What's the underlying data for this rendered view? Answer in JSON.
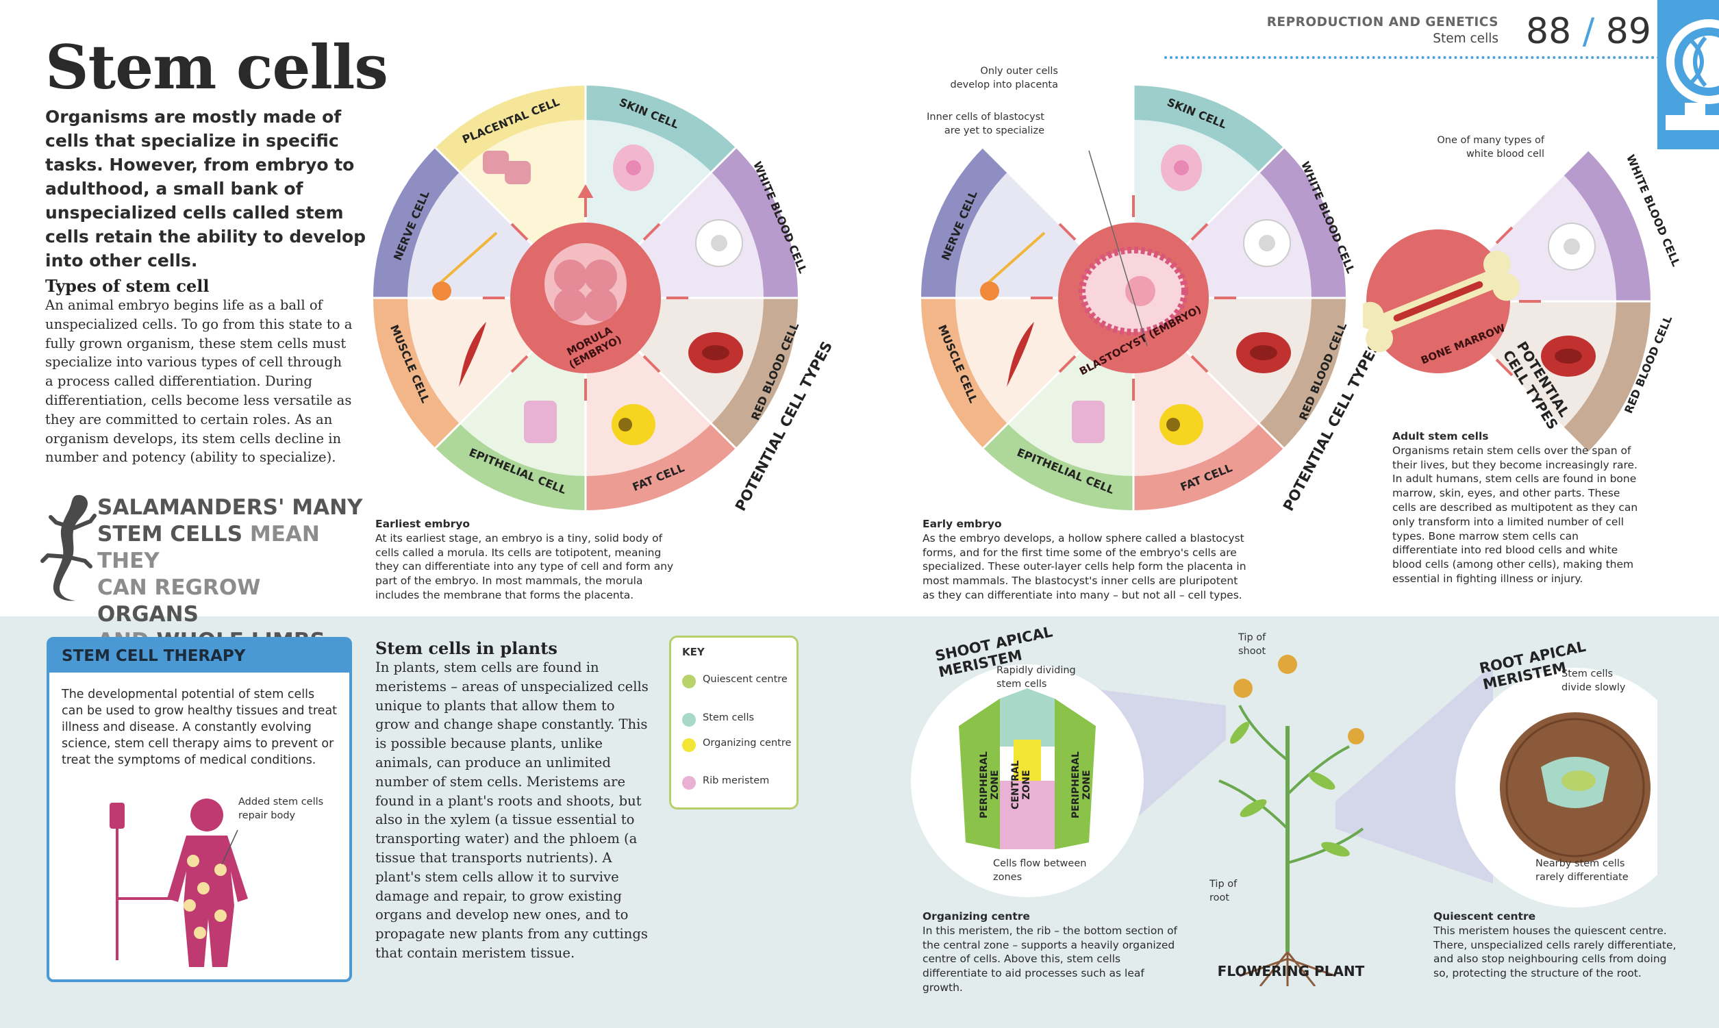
{
  "header": {
    "section": "REPRODUCTION AND GENETICS",
    "subsection": "Stem cells",
    "page_left": "88",
    "page_sep": "/",
    "page_right": "89"
  },
  "title": "Stem cells",
  "intro": "Organisms are mostly made of cells that specialize in specific tasks. However, from embryo to adulthood, a small bank of unspecialized cells called stem cells retain the ability to develop into other cells.",
  "types": {
    "heading": "Types of stem cell",
    "body": "An animal embryo begins life as a ball of unspecialized cells. To go from this state to a fully grown organism, these stem cells must specialize into various types of cell through a process called differentiation. During differentiation, cells become less versatile as they are committed to certain roles. As an organism develops, its stem cells decline in number and potency (ability to specialize)."
  },
  "salamander": {
    "p1": "SALAMANDERS' MANY",
    "p2": "STEM CELLS",
    "p3": " MEAN THEY",
    "p4": "CAN REGROW ",
    "p5": "ORGANS",
    "p6": "AND ",
    "p7": "WHOLE LIMBS"
  },
  "wheel1": {
    "center_label": "MORULA (EMBRYO)",
    "outer_label": "POTENTIAL CELL TYPES",
    "caption_title": "Earliest embryo",
    "caption": "At its earliest stage, an embryo is a tiny, solid body of cells called a morula. Its cells are totipotent, meaning they can differentiate into any type of cell and form any part of the embryo. In most mammals, the morula includes the membrane that forms the placenta."
  },
  "wheel2": {
    "center_label": "BLASTOCYST (EMBRYO)",
    "outer_label": "POTENTIAL CELL TYPES",
    "anno_outer": "Only outer cells develop into placenta",
    "anno_inner": "Inner cells of blastocyst are yet to specialize",
    "caption_title": "Early embryo",
    "caption": "As the embryo develops, a hollow sphere called a blastocyst forms, and for the first time some of the embryo's cells are specialized. These outer-layer cells help form the placenta in most mammals. The blastocyst's inner cells are pluripotent as they can differentiate into many – but not all – cell types."
  },
  "cell_types": {
    "skin": "SKIN CELL",
    "white": "WHITE BLOOD CELL",
    "red": "RED BLOOD CELL",
    "fat": "FAT CELL",
    "epithelial": "EPITHELIAL CELL",
    "muscle": "MUSCLE CELL",
    "nerve": "NERVE CELL",
    "placental": "PLACENTAL CELL"
  },
  "adult": {
    "center_label": "BONE MARROW",
    "outer_label": "POTENTIAL CELL TYPES",
    "anno": "One of many types of white blood cell",
    "caption_title": "Adult stem cells",
    "caption": "Organisms retain stem cells over the span of their lives, but they become increasingly rare. In adult humans, stem cells are found in bone marrow, skin, eyes, and other parts. These cells are described as multipotent as they can only transform into a limited number of cell types. Bone marrow stem cells can differentiate into red blood cells and white blood cells (among other cells), making them essential in fighting illness or injury."
  },
  "therapy": {
    "heading": "STEM CELL THERAPY",
    "body": "The developmental potential of stem cells can be used to grow healthy tissues and treat illness and disease. A constantly evolving science, stem cell therapy aims to prevent or treat the symptoms of medical conditions.",
    "anno": "Added stem cells repair body"
  },
  "plants": {
    "heading": "Stem cells in plants",
    "body": "In plants, stem cells are found in meristems – areas of unspecialized cells unique to plants that allow them to grow and change shape constantly. This is possible because plants, unlike animals, can produce an unlimited number of stem cells. Meristems are found in a plant's roots and shoots, but also in the xylem (a tissue essential to transporting water) and the phloem (a tissue that transports nutrients). A plant's stem cells allow it to survive damage and repair, to grow existing organs and develop new ones, and to propagate new plants from any cuttings that contain meristem tissue."
  },
  "key": {
    "title": "KEY",
    "items": [
      {
        "label": "Quiescent centre",
        "color": "#b9d36b"
      },
      {
        "label": "Stem cells",
        "color": "#a8d8c8"
      },
      {
        "label": "Organizing centre",
        "color": "#f2e534"
      },
      {
        "label": "Rib meristem",
        "color": "#e9b2d4"
      }
    ]
  },
  "shoot": {
    "heading": "SHOOT APICAL MERISTEM",
    "anno_top": "Rapidly dividing stem cells",
    "anno_bottom": "Cells flow between zones",
    "zone_left": "PERIPHERAL ZONE",
    "zone_center": "CENTRAL ZONE",
    "zone_right": "PERIPHERAL ZONE",
    "caption_title": "Organizing centre",
    "caption": "In this meristem, the rib – the bottom section of the central zone – supports a heavily organized centre of cells. Above this, stem cells differentiate to aid processes such as leaf growth."
  },
  "plant": {
    "label": "FLOWERING PLANT",
    "tip_shoot": "Tip of shoot",
    "tip_root": "Tip of root"
  },
  "root": {
    "heading": "ROOT APICAL MERISTEM",
    "anno_top": "Stem cells divide slowly",
    "anno_bottom": "Nearby stem cells rarely differentiate",
    "caption_title": "Quiescent centre",
    "caption": "This meristem houses the quiescent centre. There, unspecialized cells rarely differentiate, and also stop neighbouring cells from doing so, protecting the structure of the root."
  },
  "colors": {
    "accent": "#4a98d4",
    "embryo": "#e06a6a",
    "skin": "#9ccfcc",
    "white": "#b79bcc",
    "red": "#c7ab94",
    "fat": "#ec9c93",
    "epithelial": "#aed79a",
    "muscle": "#f2b689",
    "nerve": "#8e8ec3",
    "placental": "#f5e69a"
  }
}
